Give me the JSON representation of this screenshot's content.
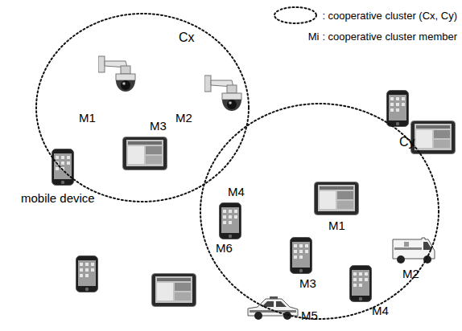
{
  "diagram": {
    "nodes": [
      {
        "text": [
          "Cx"
        ]
      },
      {
        "text": [
          "Cy"
        ]
      }
    ],
    "labels": [
      "Mi",
      "mobile device",
      "M1",
      "M2",
      "M3",
      "M4",
      "M6",
      "M1",
      "M3",
      "M2",
      "M5",
      "M4"
    ],
    "legend": [
      {
        "text": ": cooperative cluster (Cx, Cy)"
      },
      {
        "text": ": cooperative cluster member"
      }
    ]
  }
}
